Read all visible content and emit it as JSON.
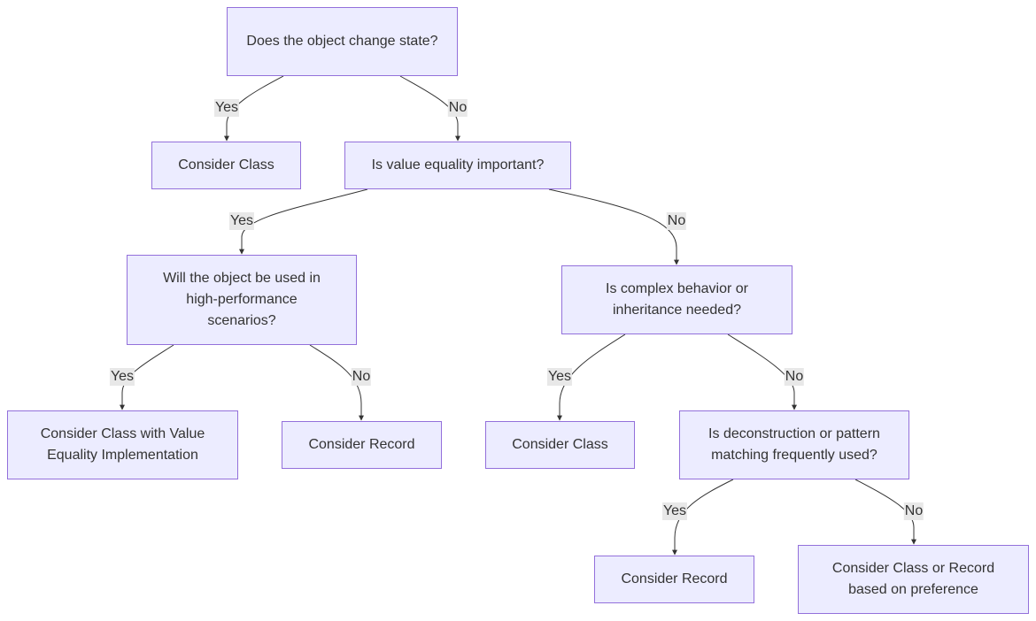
{
  "colors": {
    "node_fill": "#ECECFF",
    "node_border": "#9370DB",
    "edge": "#333333",
    "label_bg": "#e8e8e8",
    "text": "#333333"
  },
  "nodes": {
    "q_state": "Does the object change state?",
    "class_1": "Consider Class",
    "q_value_equality": "Is value equality important?",
    "q_performance": "Will the object be used in high-performance scenarios?",
    "q_complex": "Is complex behavior or inheritance needed?",
    "class_value_equality": "Consider Class with Value Equality Implementation",
    "record_1": "Consider Record",
    "class_2": "Consider Class",
    "q_deconstruction": "Is deconstruction or pattern matching frequently used?",
    "record_2": "Consider Record",
    "class_or_record": "Consider Class or Record based on preference"
  },
  "edges": {
    "state_yes": "Yes",
    "state_no": "No",
    "value_yes": "Yes",
    "value_no": "No",
    "perf_yes": "Yes",
    "perf_no": "No",
    "complex_yes": "Yes",
    "complex_no": "No",
    "decon_yes": "Yes",
    "decon_no": "No"
  }
}
